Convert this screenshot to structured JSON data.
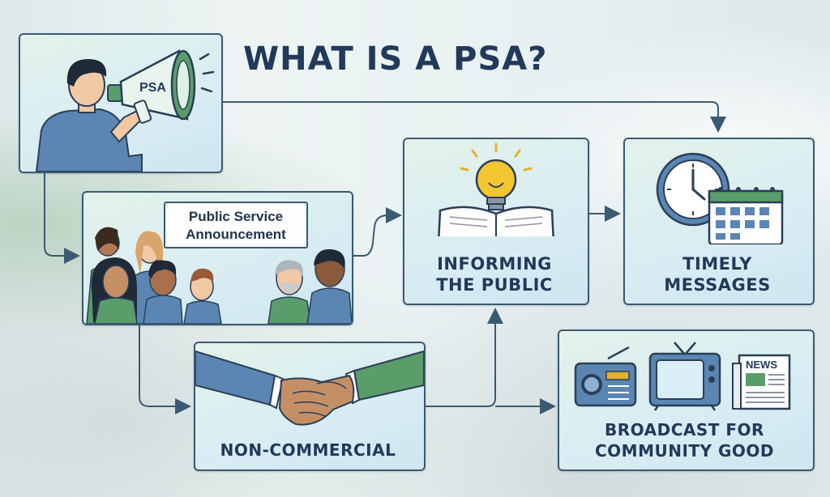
{
  "title": "WHAT IS A PSA?",
  "megaphone_text": "PSA",
  "sign": {
    "line1": "Public Service",
    "line2": "Announcement"
  },
  "captions": {
    "informing_line1": "INFORMING",
    "informing_line2": "THE PUBLIC",
    "timely_line1": "TIMELY",
    "timely_line2": "MESSAGES",
    "noncommercial": "NON-COMMERCIAL",
    "broadcast_line1": "BROADCAST FOR",
    "broadcast_line2": "COMMUNITY GOOD"
  },
  "news_label": "NEWS",
  "colors": {
    "navy": "#21395a",
    "border": "#3a5a72",
    "green": "#5a9c6a",
    "blue": "#5b86b3"
  },
  "icons": [
    "megaphone-icon",
    "lightbulb-icon",
    "book-icon",
    "clock-icon",
    "calendar-icon",
    "handshake-icon",
    "radio-icon",
    "tv-icon",
    "newspaper-icon"
  ]
}
